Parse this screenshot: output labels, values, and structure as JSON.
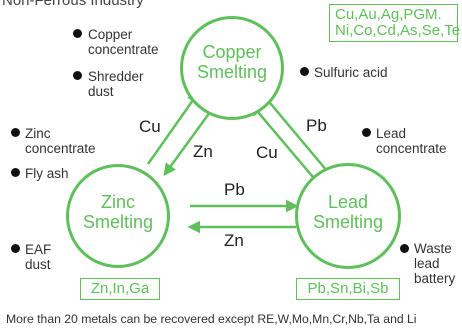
{
  "header": {
    "title": "Non-Ferrous Industry"
  },
  "nodes": {
    "copper": {
      "label": "Copper\nSmelting"
    },
    "zinc": {
      "label": "Zinc\nSmelting"
    },
    "lead": {
      "label": "Lead\nSmelting"
    }
  },
  "inputs": {
    "copper_concentrate": "Copper\nconcentrate",
    "shredder_dust": "Shredder\ndust",
    "sulfuric_acid": "Sulfuric acid",
    "zinc_concentrate": "Zinc\nconcentrate",
    "fly_ash": "Fly ash",
    "eaf_dust": "EAF\ndust",
    "lead_concentrate": "Lead\nconcentrate",
    "waste_lead_battery": "Waste\nlead\nbattery"
  },
  "recovered_metals": {
    "copper": "Cu,Au,Ag,PGM.\nNi,Co,Cd,As,Se,Te",
    "zinc": "Zn,In,Ga",
    "lead": "Pb,Sn,Bi,Sb"
  },
  "flows": {
    "zinc_to_copper": "Cu",
    "copper_to_zinc": "Zn",
    "copper_to_lead": "Pb",
    "lead_to_copper": "Cu",
    "zinc_to_lead": "Pb",
    "lead_to_zinc": "Zn"
  },
  "footer": {
    "note": "More than 20 metals can be recovered except RE,W,Mo,Mn,Cr,Nb,Ta and Li"
  },
  "colors": {
    "accent_green": "#5fbf5a",
    "text": "#333333",
    "bullet": "#111111"
  }
}
